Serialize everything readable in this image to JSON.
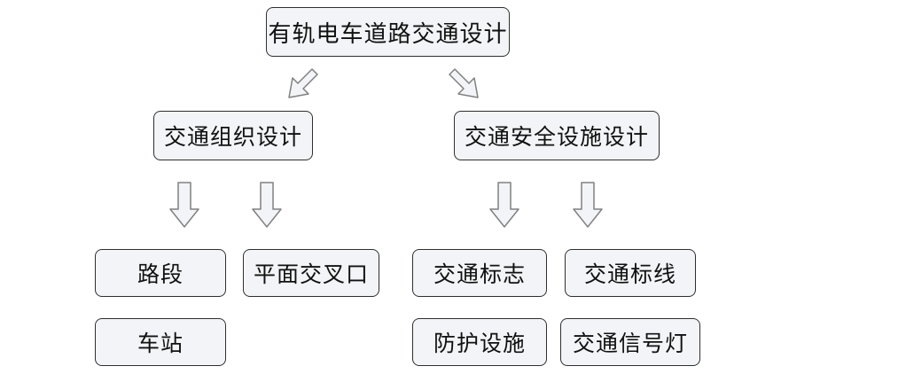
{
  "diagram": {
    "title_node": {
      "label": "有轨电车道路交通设计"
    },
    "level2": [
      {
        "label": "交通组织设计"
      },
      {
        "label": "交通安全设施设计"
      }
    ],
    "level3": [
      {
        "label": "路段"
      },
      {
        "label": "平面交叉口"
      },
      {
        "label": "交通标志"
      },
      {
        "label": "交通标线"
      },
      {
        "label": "车站"
      },
      {
        "label": "防护设施"
      },
      {
        "label": "交通信号灯"
      }
    ],
    "arrows": [
      {
        "name": "arrow-root-to-traffic-organization"
      },
      {
        "name": "arrow-root-to-safety-facilities"
      },
      {
        "name": "arrow-organization-to-road-section"
      },
      {
        "name": "arrow-organization-to-intersection"
      },
      {
        "name": "arrow-safety-to-traffic-sign"
      },
      {
        "name": "arrow-safety-to-traffic-marking"
      }
    ],
    "colors": {
      "node_fill": "#f2f4f7",
      "node_border": "#2f2f2f",
      "arrow_fill": "#f2f4f7",
      "arrow_stroke": "#808080",
      "background": "#ffffff",
      "text": "#111111"
    }
  }
}
